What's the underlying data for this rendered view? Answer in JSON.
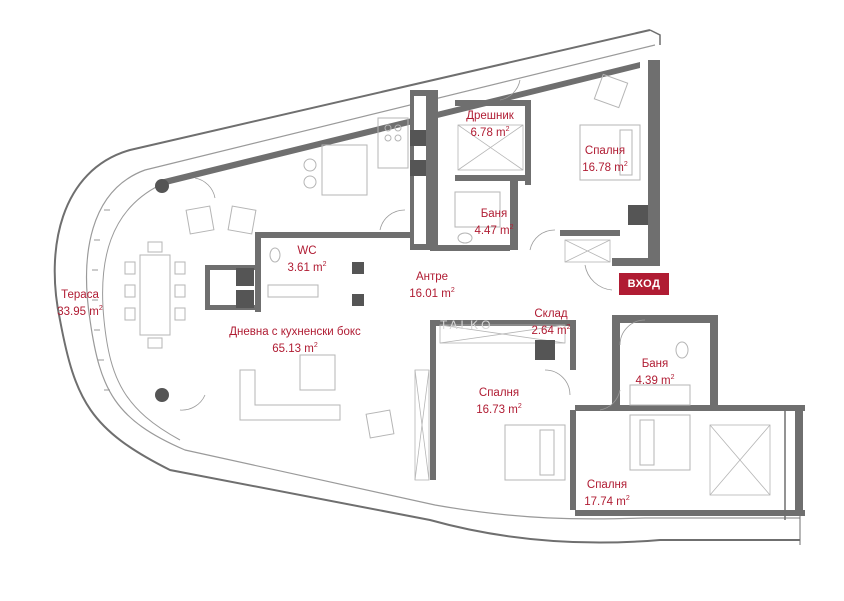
{
  "colors": {
    "accent": "#b01c33",
    "wall": "#6f6f6f",
    "wall_light": "#9a9a9a",
    "furniture": "#b5b5b5"
  },
  "entry": {
    "label": "ВХОД"
  },
  "watermark": "TALKO",
  "rooms": [
    {
      "id": "terrace",
      "name": "Тераса",
      "area": "33.95 m",
      "unit_sup": "2"
    },
    {
      "id": "living",
      "name": "Дневна с кухненски бокс",
      "area": "65.13 m",
      "unit_sup": "2"
    },
    {
      "id": "wc",
      "name": "WC",
      "area": "3.61 m",
      "unit_sup": "2"
    },
    {
      "id": "hall",
      "name": "Антре",
      "area": "16.01 m",
      "unit_sup": "2"
    },
    {
      "id": "closet",
      "name": "Дрешник",
      "area": "6.78 m",
      "unit_sup": "2"
    },
    {
      "id": "bedroom1",
      "name": "Спалня",
      "area": "16.78 m",
      "unit_sup": "2"
    },
    {
      "id": "bath1",
      "name": "Баня",
      "area": "4.47 m",
      "unit_sup": "2"
    },
    {
      "id": "storage",
      "name": "Склад",
      "area": "2.64 m",
      "unit_sup": "2"
    },
    {
      "id": "bedroom2",
      "name": "Спалня",
      "area": "16.73 m",
      "unit_sup": "2"
    },
    {
      "id": "bath2",
      "name": "Баня",
      "area": "4.39 m",
      "unit_sup": "2"
    },
    {
      "id": "bedroom3",
      "name": "Спалня",
      "area": "17.74 m",
      "unit_sup": "2"
    }
  ]
}
